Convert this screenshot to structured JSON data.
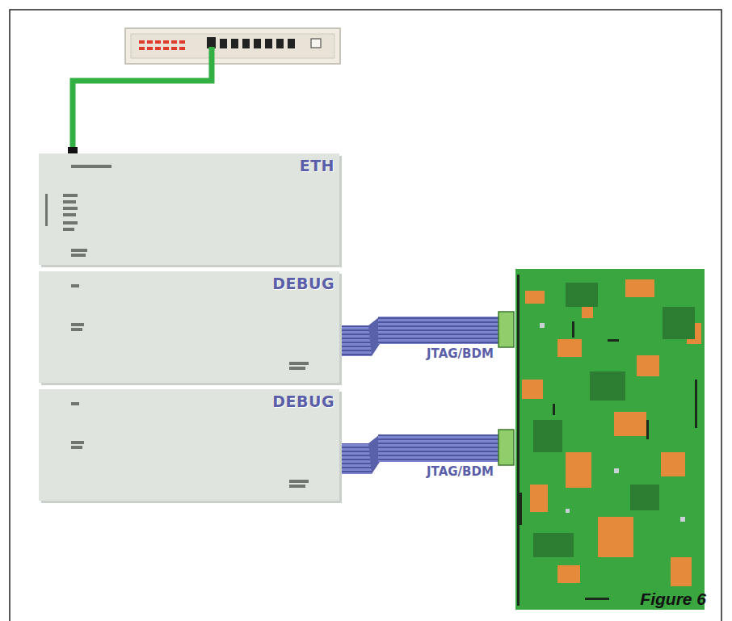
{
  "diagram": {
    "caption": "Figure 6",
    "nodes": [
      {
        "text": [
          "ETH"
        ]
      },
      {
        "text": [
          "DEBUG"
        ]
      },
      {
        "text": [
          "DEBUG"
        ]
      }
    ],
    "labels": [
      "JTAG/BDM",
      "JTAG/BDM"
    ]
  }
}
